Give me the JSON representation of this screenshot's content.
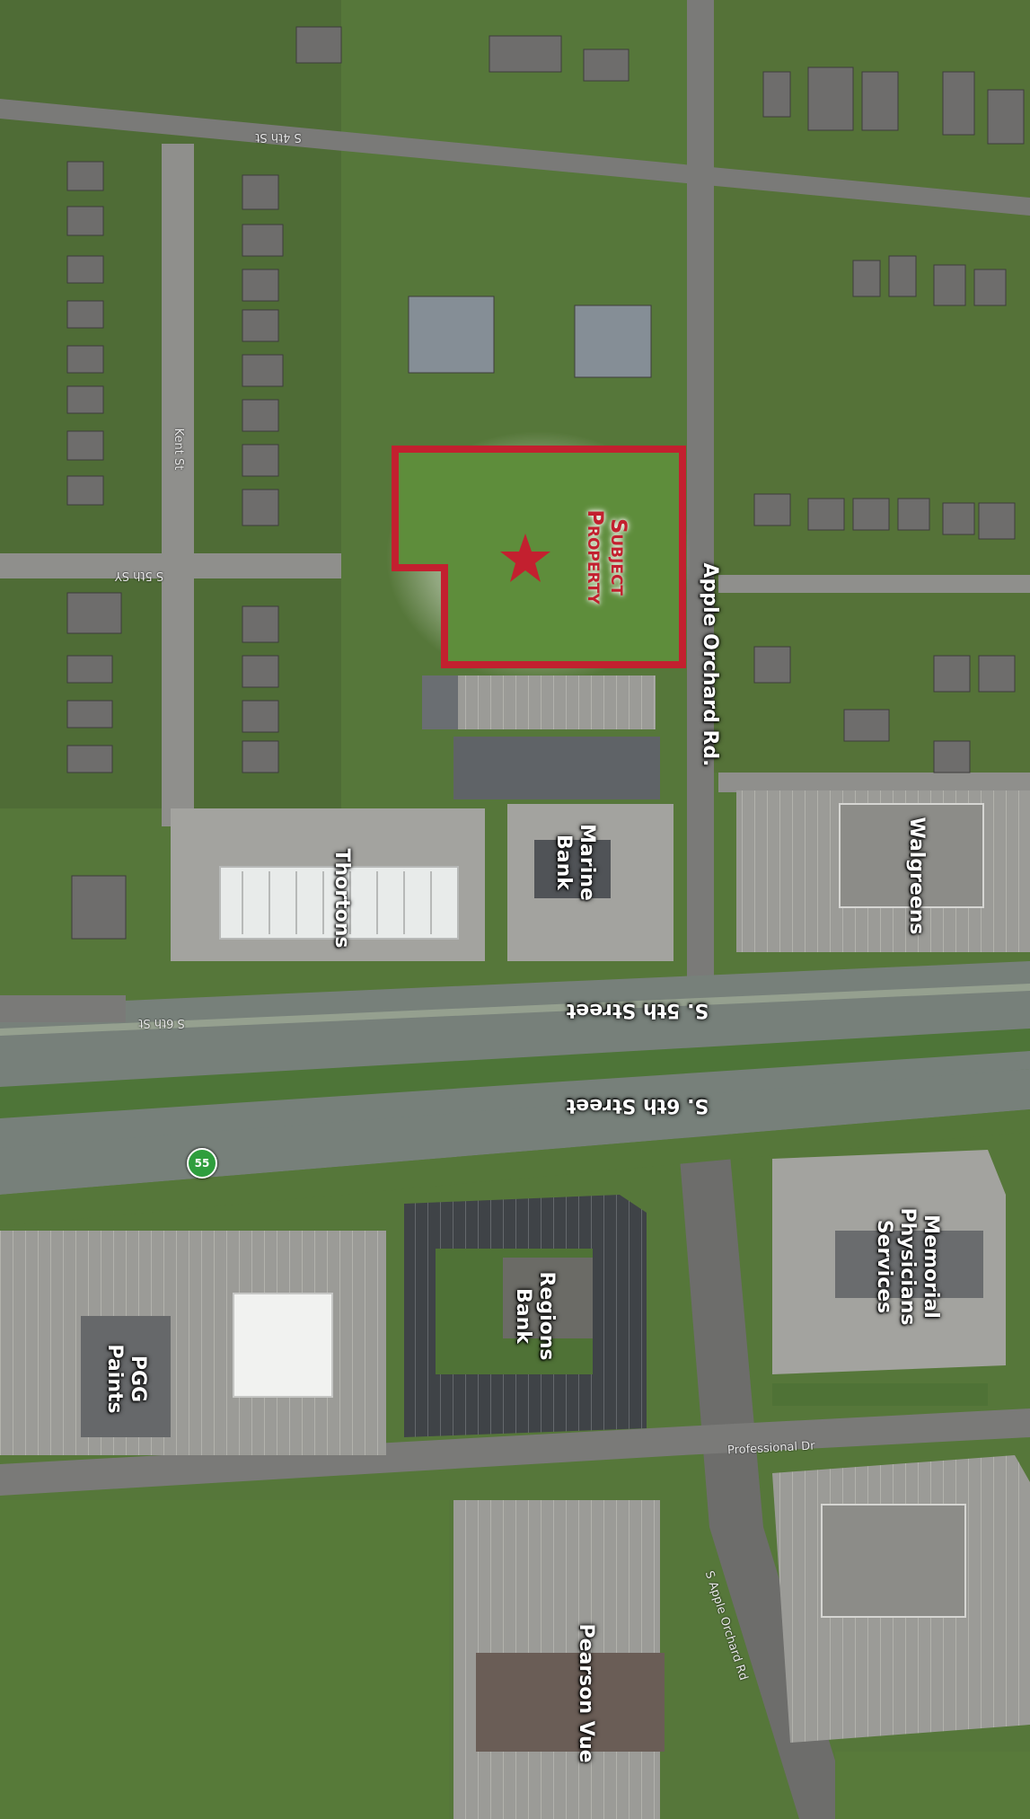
{
  "map": {
    "subject_property": "Subject\nProperty",
    "labels": {
      "apple_orchard": "Apple Orchard Rd.",
      "s5th_street": "S. 5th Street",
      "s6th_street": "S. 6th Street",
      "thortons": "Thortons",
      "marine_bank": "Marine\nBank",
      "walgreens": "Walgreens",
      "regions_bank": "Regions\nBank",
      "memorial": "Memorial\nPhysicians\nServices",
      "pgg_paints": "PGG\nPaints",
      "pearson_vue": "Pearson Vue"
    },
    "street_signs": {
      "s4th": "S 4th St",
      "s5th_sy": "S 5th SY",
      "s6th": "S 6th St",
      "kent": "Kent St",
      "professional": "Professional Dr",
      "apple_orchard_small": "S Apple Orchard Rd"
    },
    "highway_shield": "55",
    "colors": {
      "boundary": "#c3202f",
      "star": "#c3202f",
      "grass": "#5f8a3c",
      "road": "#6b6b6b",
      "parking": "#9a9a96"
    }
  }
}
